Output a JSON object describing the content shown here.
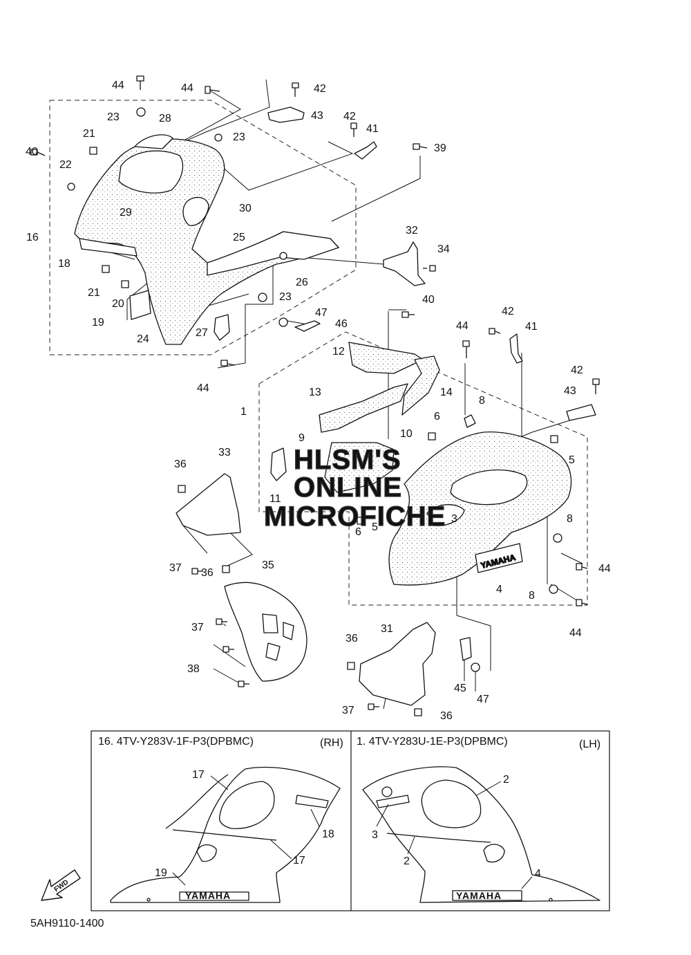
{
  "watermark": {
    "line1": "HLSM'S",
    "line2": "ONLINE",
    "line3": "MICROFICHE"
  },
  "callouts": [
    {
      "id": "c44a",
      "label": "44"
    },
    {
      "id": "c44b",
      "label": "44"
    },
    {
      "id": "c42a",
      "label": "42"
    },
    {
      "id": "c43a",
      "label": "43"
    },
    {
      "id": "c23a",
      "label": "23"
    },
    {
      "id": "c28",
      "label": "28"
    },
    {
      "id": "c23b",
      "label": "23"
    },
    {
      "id": "c42b",
      "label": "42"
    },
    {
      "id": "c41a",
      "label": "41"
    },
    {
      "id": "c21a",
      "label": "21"
    },
    {
      "id": "c39",
      "label": "39"
    },
    {
      "id": "c40a",
      "label": "40"
    },
    {
      "id": "c22",
      "label": "22"
    },
    {
      "id": "c30",
      "label": "30"
    },
    {
      "id": "c29",
      "label": "29"
    },
    {
      "id": "c16",
      "label": "16"
    },
    {
      "id": "c32",
      "label": "32"
    },
    {
      "id": "c25",
      "label": "25"
    },
    {
      "id": "c34",
      "label": "34"
    },
    {
      "id": "c18",
      "label": "18"
    },
    {
      "id": "c26",
      "label": "26"
    },
    {
      "id": "c21b",
      "label": "21"
    },
    {
      "id": "c23c",
      "label": "23"
    },
    {
      "id": "c20",
      "label": "20"
    },
    {
      "id": "c40b",
      "label": "40"
    },
    {
      "id": "c47a",
      "label": "47"
    },
    {
      "id": "c19",
      "label": "19"
    },
    {
      "id": "c46",
      "label": "46"
    },
    {
      "id": "c42c",
      "label": "42"
    },
    {
      "id": "c44c",
      "label": "44"
    },
    {
      "id": "c41b",
      "label": "41"
    },
    {
      "id": "c27",
      "label": "27"
    },
    {
      "id": "c24",
      "label": "24"
    },
    {
      "id": "c12",
      "label": "12"
    },
    {
      "id": "c44d",
      "label": "44"
    },
    {
      "id": "c42d",
      "label": "42"
    },
    {
      "id": "c13",
      "label": "13"
    },
    {
      "id": "c14",
      "label": "14"
    },
    {
      "id": "c43b",
      "label": "43"
    },
    {
      "id": "c8a",
      "label": "8"
    },
    {
      "id": "c1",
      "label": "1"
    },
    {
      "id": "c6a",
      "label": "6"
    },
    {
      "id": "c9",
      "label": "9"
    },
    {
      "id": "c10",
      "label": "10"
    },
    {
      "id": "c33",
      "label": "33"
    },
    {
      "id": "c5a",
      "label": "5"
    },
    {
      "id": "c36a",
      "label": "36"
    },
    {
      "id": "c11",
      "label": "11"
    },
    {
      "id": "c3",
      "label": "3"
    },
    {
      "id": "c8b",
      "label": "8"
    },
    {
      "id": "c6b",
      "label": "6"
    },
    {
      "id": "c5b",
      "label": "5"
    },
    {
      "id": "c37a",
      "label": "37"
    },
    {
      "id": "c36b",
      "label": "36"
    },
    {
      "id": "c44e",
      "label": "44"
    },
    {
      "id": "c35",
      "label": "35"
    },
    {
      "id": "c4",
      "label": "4"
    },
    {
      "id": "c8c",
      "label": "8"
    },
    {
      "id": "c44f",
      "label": "44"
    },
    {
      "id": "c37b",
      "label": "37"
    },
    {
      "id": "c31",
      "label": "31"
    },
    {
      "id": "c36c",
      "label": "36"
    },
    {
      "id": "c38",
      "label": "38"
    },
    {
      "id": "c45",
      "label": "45"
    },
    {
      "id": "c47b",
      "label": "47"
    },
    {
      "id": "c37c",
      "label": "37"
    },
    {
      "id": "c36d",
      "label": "36"
    }
  ],
  "inset_rh": {
    "title": "16. 4TV-Y283V-1F-P3(DPBMC)",
    "side": "(RH)",
    "brand": "YAMAHA",
    "labels": [
      {
        "id": "r17a",
        "label": "17"
      },
      {
        "id": "r18",
        "label": "18"
      },
      {
        "id": "r17b",
        "label": "17"
      },
      {
        "id": "r19",
        "label": "19"
      }
    ]
  },
  "inset_lh": {
    "title": "1. 4TV-Y283U-1E-P3(DPBMC)",
    "side": "(LH)",
    "brand": "YAMAHA",
    "labels": [
      {
        "id": "l2a",
        "label": "2"
      },
      {
        "id": "l3",
        "label": "3"
      },
      {
        "id": "l2b",
        "label": "2"
      },
      {
        "id": "l4",
        "label": "4"
      }
    ]
  },
  "fwd_label": "FWD",
  "panel_brand": "YAMAHA",
  "reference_code": "5AH9110-1400"
}
